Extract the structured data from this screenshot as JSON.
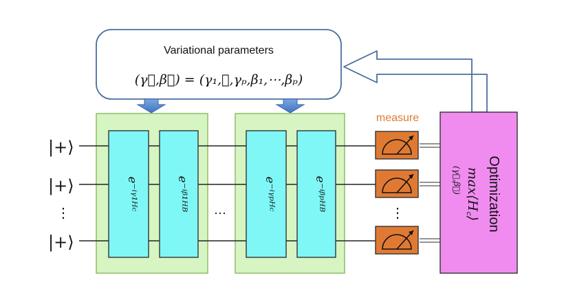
{
  "params_box": {
    "title": "Variational parameters",
    "formula": "(γ⃗,β⃗) = (γ₁,⋯,γₚ,β₁,⋯,βₚ)"
  },
  "inputs": {
    "ket": "|+⟩",
    "dots": "⋮"
  },
  "layer1": {
    "gate_c": "e⁻ⁱᵞ¹ᴴᶜ",
    "gate_b": "e⁻ⁱᵝ¹ᴴᴮ"
  },
  "layerp": {
    "gate_c": "e⁻ⁱᵞᵖᴴᶜ",
    "gate_b": "e⁻ⁱᵝᵖᴴᴮ"
  },
  "between_dots": "⋯",
  "measure": {
    "label": "measure",
    "dots": "⋮"
  },
  "optimization": {
    "title": "Optimization",
    "expr": "max⟨H꜀⟩",
    "sub": "(γ⃗,β⃗)"
  },
  "colors": {
    "params_border": "#4a6ea0",
    "layer_fill": "#d6f5c2",
    "layer_border": "#8fbc6a",
    "gate_fill": "#7ff7f7",
    "gate_border": "#333333",
    "measure_fill": "#e07a33",
    "opt_fill": "#f08cf0",
    "arrow_fill": "#5b8fd4"
  }
}
